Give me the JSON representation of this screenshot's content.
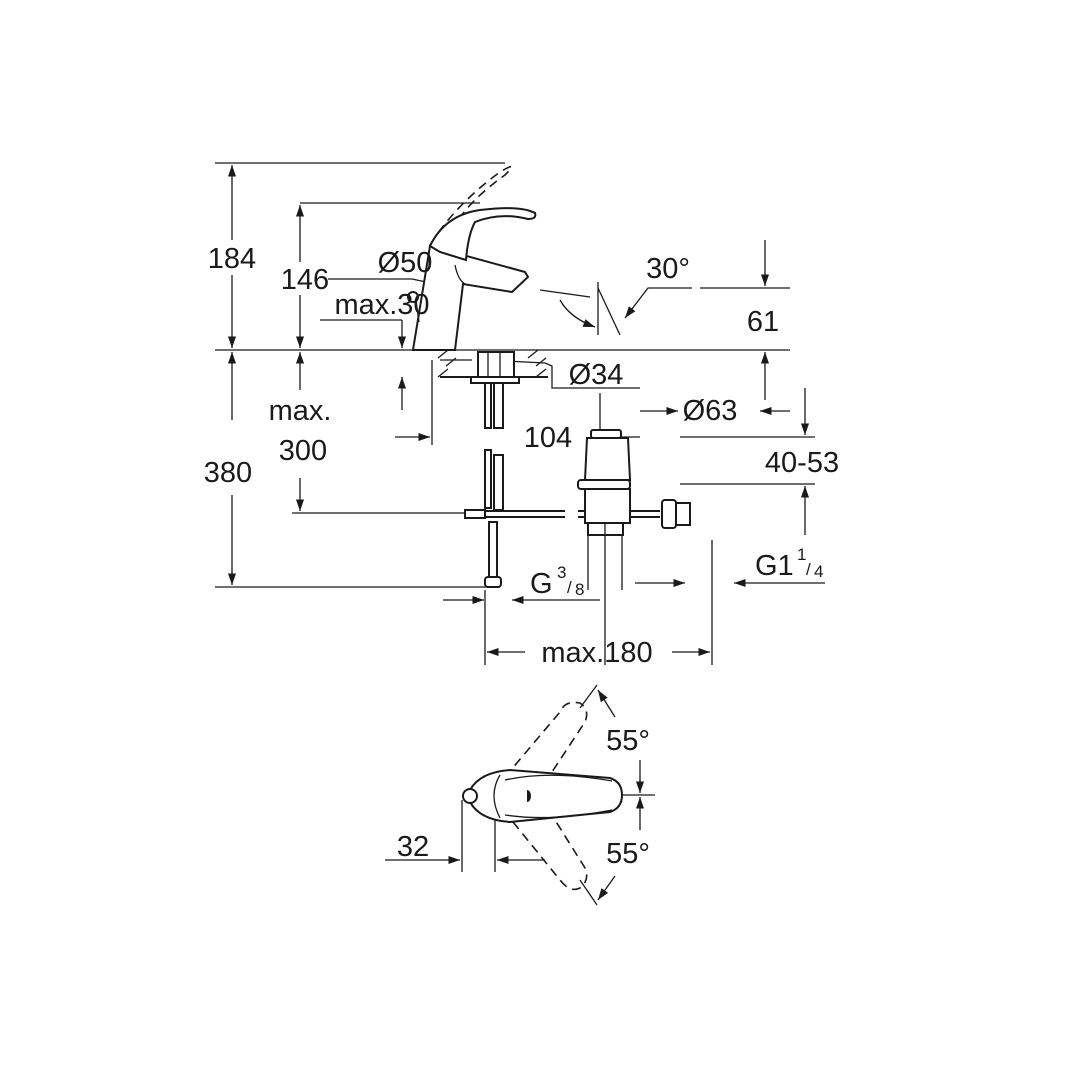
{
  "drawing": {
    "side_view": {
      "dims": {
        "total_height": "184",
        "spout_height": "146",
        "diameter_body": "Ø50",
        "max_deck": "max.30",
        "spout_angle": "30°",
        "spout_outlet_height": "61",
        "mount_hole": "Ø34",
        "max_hose": "max.",
        "max_hose_value": "300",
        "reach": "104",
        "waste_diameter": "Ø63",
        "waste_range": "40-53",
        "below_deck": "380",
        "inlet_thread": "G",
        "inlet_num": "3",
        "inlet_den": "8",
        "waste_thread": "G1",
        "waste_num": "1",
        "waste_den": "4",
        "max_distance": "max.180"
      }
    },
    "top_view": {
      "dims": {
        "offset": "32",
        "angle_upper": "55°",
        "angle_lower": "55°"
      }
    }
  }
}
